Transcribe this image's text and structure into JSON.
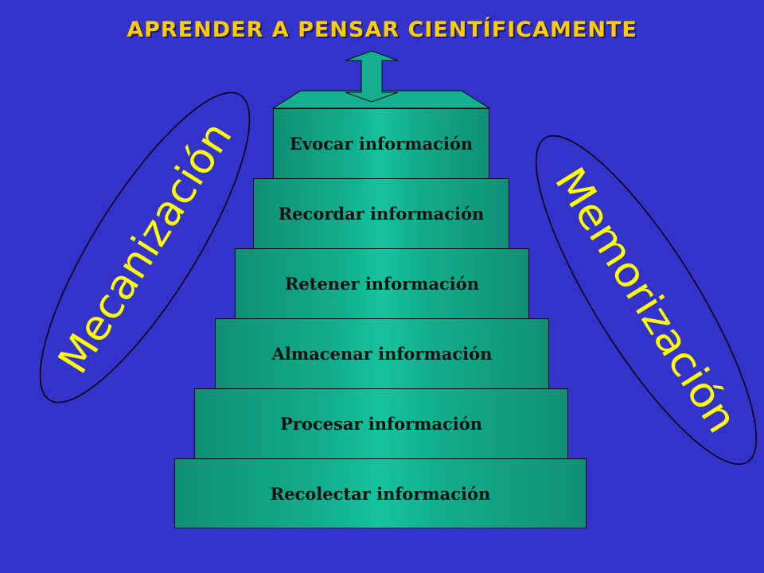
{
  "title": "APRENDER A PENSAR CIENTÍFICAMENTE",
  "left_label": "Mecanización",
  "right_label": "Memorización",
  "steps": [
    "Evocar información",
    "Recordar información",
    "Retener información",
    "Almacenar información",
    "Procesar información",
    "Recolectar información"
  ],
  "colors": {
    "background": "#3333cc",
    "title": "#ffcc00",
    "side_labels": "#ffff00",
    "steps": "#12ad8c"
  },
  "icons": [
    "double-up-arrow-icon"
  ]
}
